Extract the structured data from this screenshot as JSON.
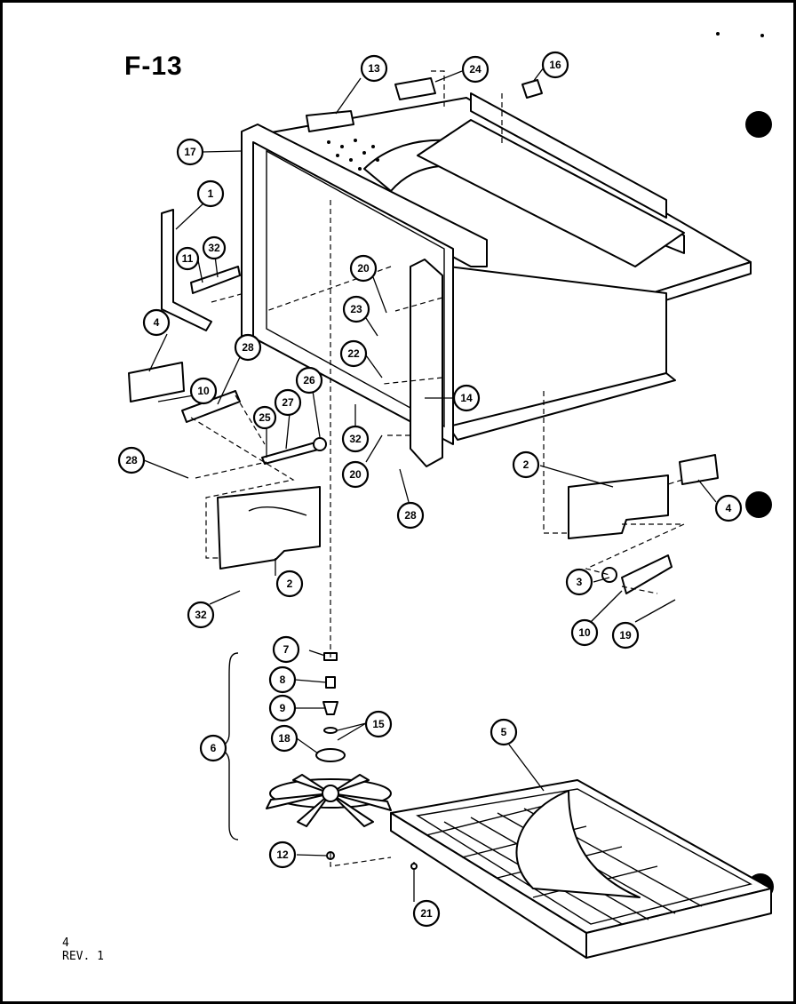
{
  "figure": {
    "title": "F-13",
    "page_number": "4",
    "revision": "REV. 1"
  },
  "callouts": {
    "c13": "13",
    "c24": "24",
    "c16": "16",
    "c17": "17",
    "c1": "1",
    "c11": "11",
    "c32a": "32",
    "c4a": "4",
    "c28a": "28",
    "c10a": "10",
    "c20a": "20",
    "c23": "23",
    "c22": "22",
    "c26": "26",
    "c27": "27",
    "c25": "25",
    "c14": "14",
    "c32b": "32",
    "c20b": "20",
    "c28b": "28",
    "c28c": "28",
    "c2a": "2",
    "c32c": "32",
    "c2b": "2",
    "c4b": "4",
    "c3": "3",
    "c10b": "10",
    "c19": "19",
    "c7": "7",
    "c8": "8",
    "c9": "9",
    "c6": "6",
    "c15": "15",
    "c18": "18",
    "c5": "5",
    "c12": "12",
    "c21": "21"
  }
}
